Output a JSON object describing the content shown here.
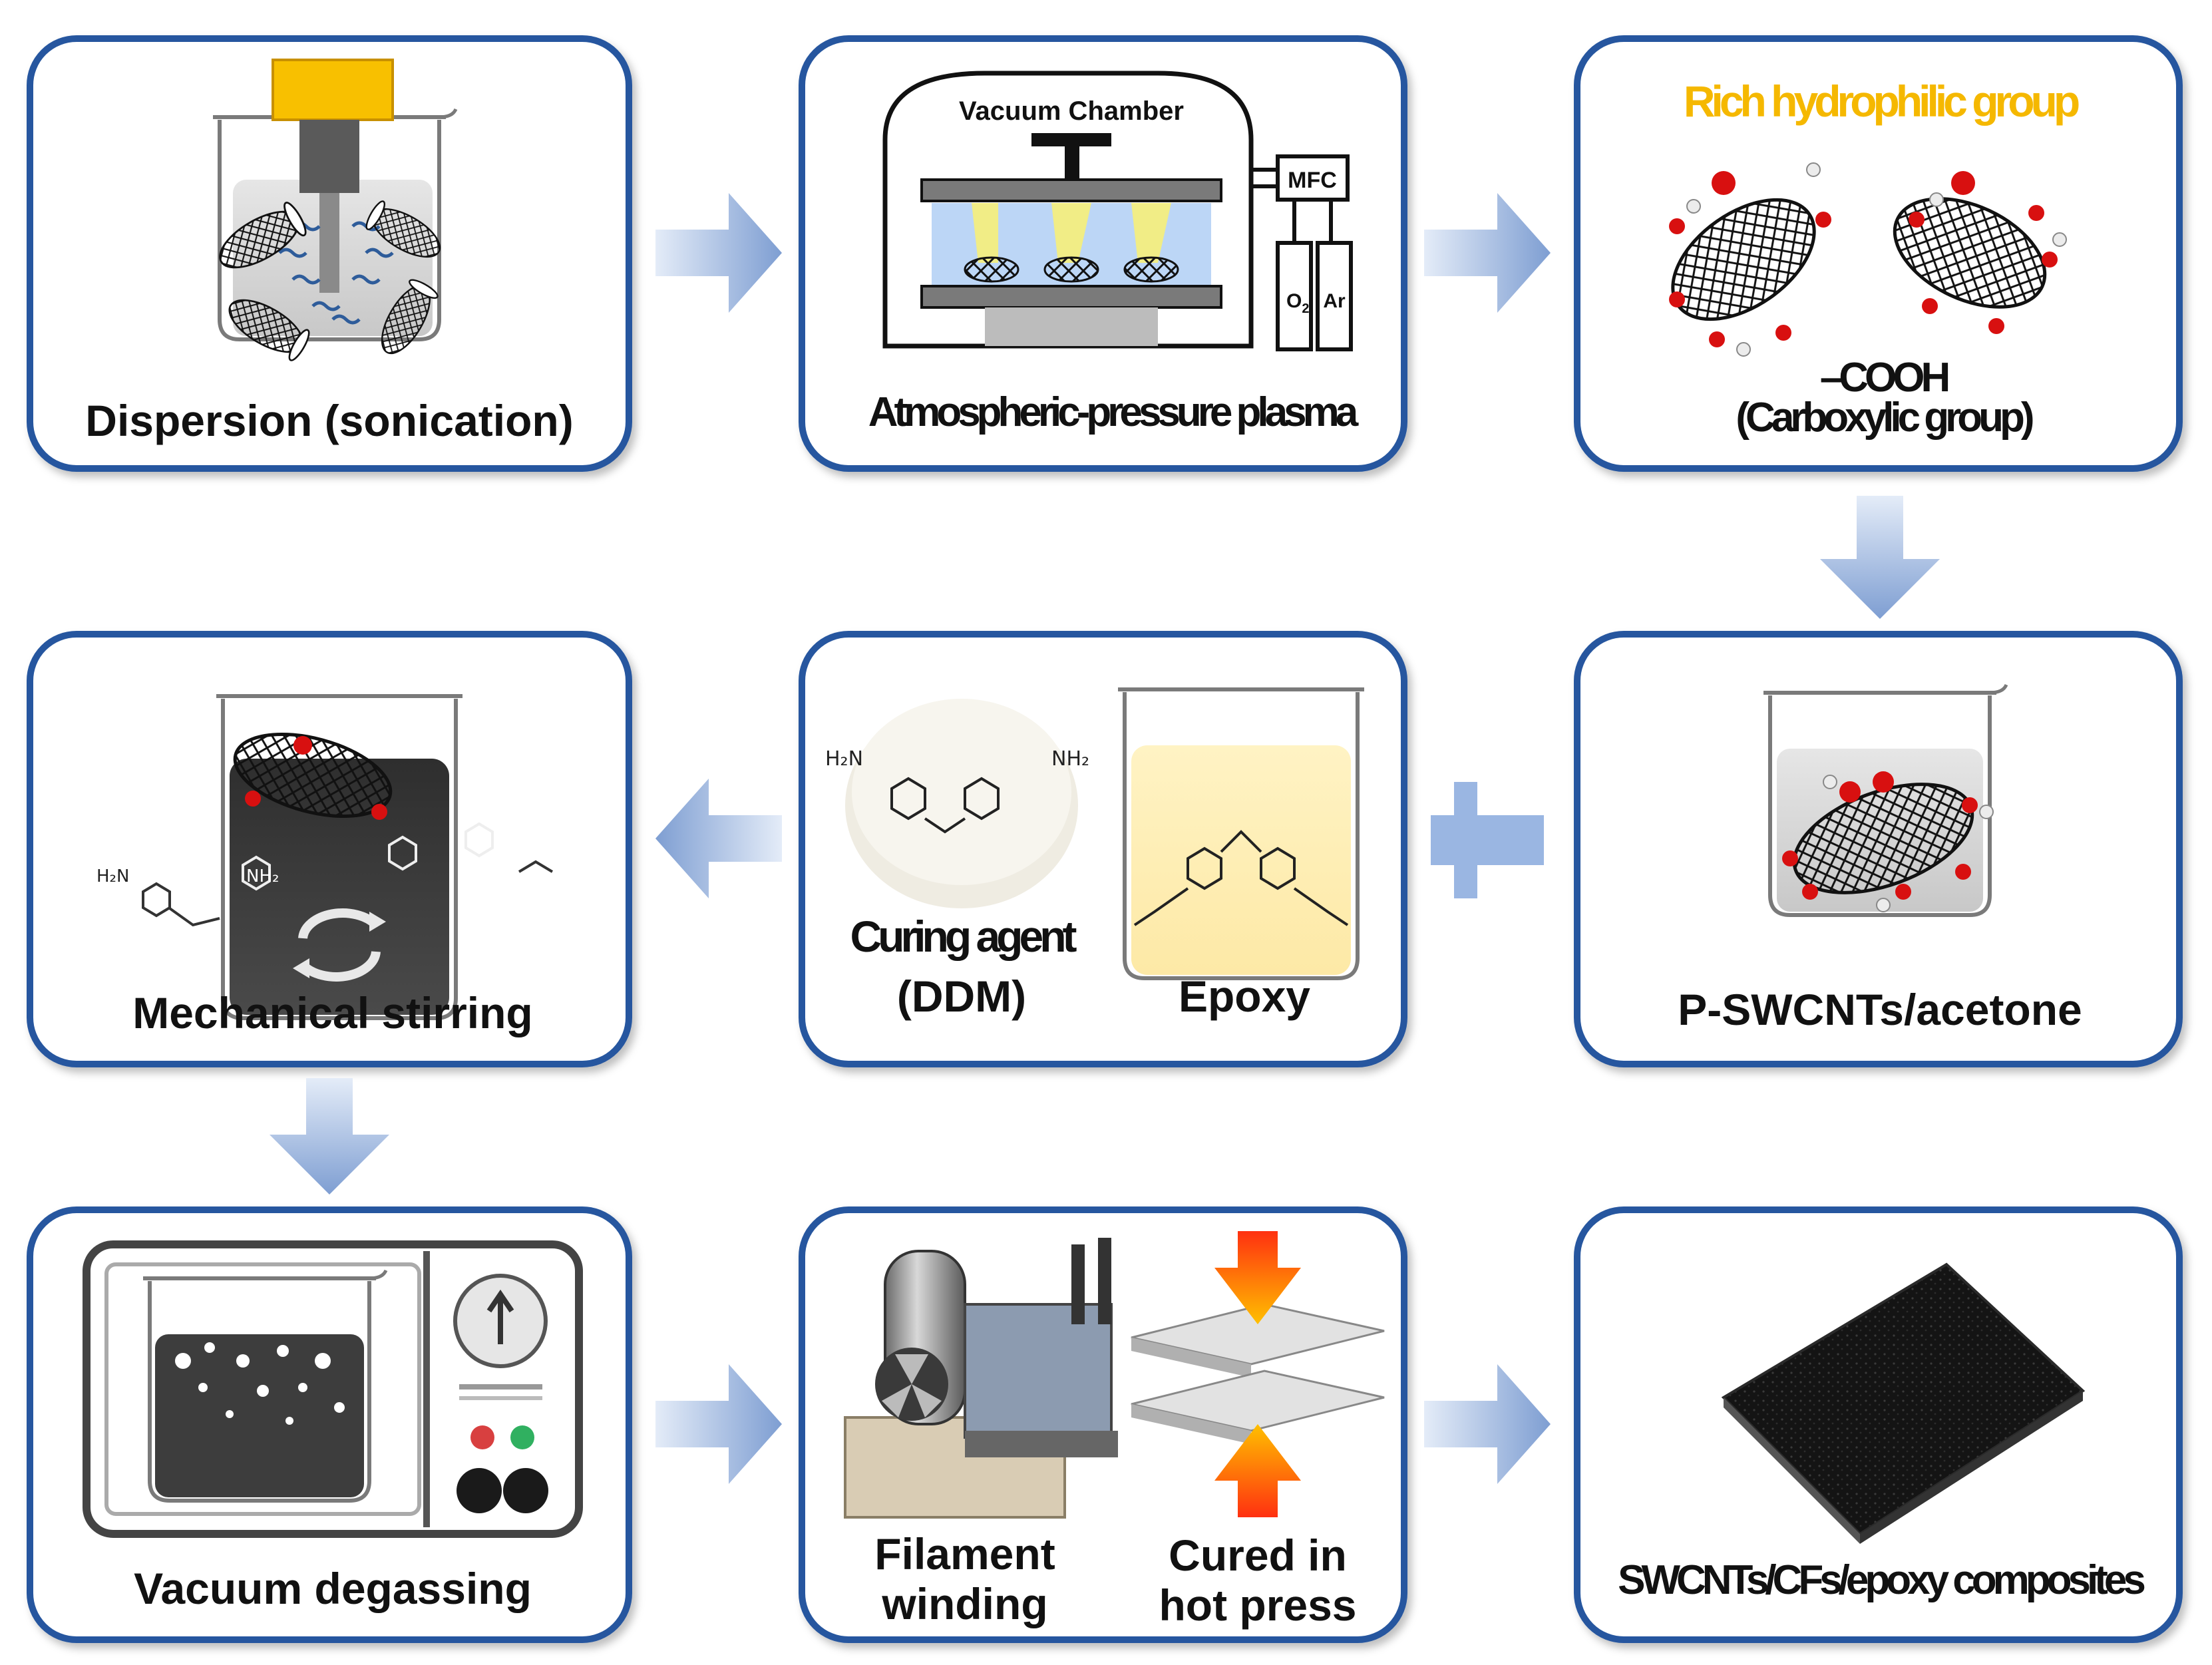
{
  "panels": {
    "dispersion": {
      "label": "Dispersion (sonication)"
    },
    "plasma": {
      "label": "Atmospheric-pressure plasma",
      "chamber": "Vacuum Chamber",
      "mfc": "MFC",
      "gas1": "O",
      "gas1_sub": "2",
      "gas2": "Ar"
    },
    "functional": {
      "heading": "Rich hydrophilic group",
      "formula": "–COOH",
      "group": "(Carboxylic group)"
    },
    "dispersed": {
      "label": "P-SWCNTs/acetone"
    },
    "resin": {
      "curing_label_1": "Curing agent",
      "curing_label_2": "(DDM)",
      "epoxy_label": "Epoxy",
      "h2n": "H2N",
      "nh2": "NH2"
    },
    "stirring": {
      "label": "Mechanical stirring"
    },
    "degassing": {
      "label": "Vacuum degassing"
    },
    "fabrication": {
      "winding_1": "Filament",
      "winding_2": "winding",
      "press_1": "Cured in",
      "press_2": "hot press"
    },
    "product": {
      "label": "SWCNTs/CFs/epoxy composites"
    }
  },
  "colors": {
    "panel_border": "#27579f",
    "arrow": "#8faad6",
    "heading_yellow": "#f5b800",
    "oxygen_red": "#d81010",
    "press_arrow": "#f04010"
  }
}
